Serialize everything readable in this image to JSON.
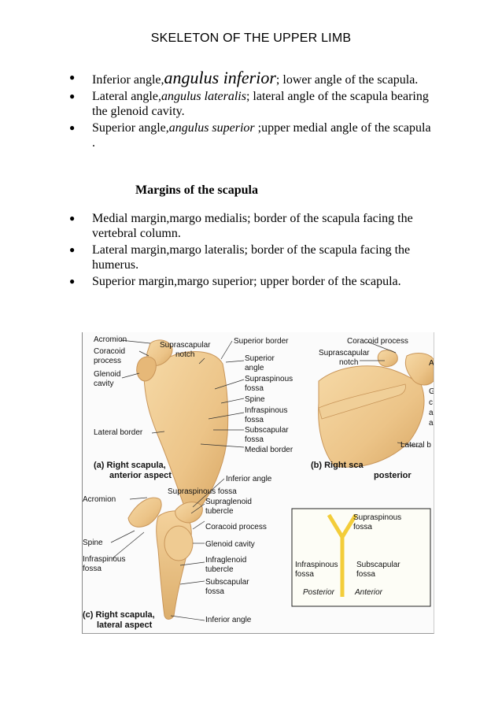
{
  "title": "SKELETON OF THE UPPER LIMB",
  "angles": [
    {
      "name": "Inferior angle,",
      "latin": "angulus inferior",
      "desc": "; lower angle of the scapula."
    },
    {
      "name": " Lateral angle,",
      "latin": "angulus lateralis",
      "desc": "; lateral angle of the scapula bearing the glenoid cavity."
    },
    {
      "name": "Superior angle,",
      "latin": "angulus superior",
      "desc": " ;upper medial angle of the scapula ."
    }
  ],
  "margins_heading": "Margins of the scapula",
  "margins": [
    " Medial margin,margo medialis; border of the scapula facing the vertebral column.",
    "Lateral margin,margo lateralis; border of the scapula facing the humerus.",
    "Superior margin,margo superior; upper border of the scapula."
  ],
  "figure": {
    "a": {
      "labels": {
        "acromion": "Acromion",
        "coracoid": [
          "Coracoid",
          "process"
        ],
        "glenoid": [
          "Glenoid",
          "cavity"
        ],
        "lateral_border": "Lateral border",
        "suprascapular_notch": [
          "Suprascapular",
          "notch"
        ],
        "superior_border": "Superior border",
        "superior_angle": [
          "Superior",
          "angle"
        ],
        "supraspinous_fossa": [
          "Supraspinous",
          "fossa"
        ],
        "spine": "Spine",
        "infraspinous_fossa": [
          "Infraspinous",
          "fossa"
        ],
        "subscapular_fossa": [
          "Subscapular",
          "fossa"
        ],
        "medial_border": "Medial border",
        "inferior_angle": "Inferior angle"
      },
      "caption": [
        "(a) Right scapula,",
        "anterior aspect"
      ]
    },
    "b": {
      "labels": {
        "coracoid": "Coracoid process",
        "suprascapular_notch": [
          "Suprascapular",
          "notch"
        ],
        "a_edge": "A",
        "g_edge": [
          "G",
          "c",
          "a",
          "a"
        ],
        "lateral_edge": "Lateral b"
      },
      "caption": [
        "(b) Right sca",
        "posterior"
      ]
    },
    "c": {
      "labels": {
        "supraspinous_fossa": "Supraspinous fossa",
        "acromion": "Acromion",
        "supraglenoid": [
          "Supraglenoid",
          "tubercle"
        ],
        "coracoid": "Coracoid process",
        "glenoid": "Glenoid cavity",
        "spine": "Spine",
        "infraspinous": [
          "Infraspinous",
          "fossa"
        ],
        "infraglenoid": [
          "Infraglenoid",
          "tubercle"
        ],
        "subscapular": [
          "Subscapular",
          "fossa"
        ],
        "inferior_angle": "Inferior angle"
      },
      "caption": [
        "(c) Right scapula,",
        "lateral aspect"
      ]
    },
    "inset": {
      "supraspinous": [
        "Supraspinous",
        "fossa"
      ],
      "infraspinous": [
        "Infraspinous",
        "fossa"
      ],
      "subscapular": [
        "Subscapular",
        "fossa"
      ],
      "posterior": "Posterior",
      "anterior": "Anterior"
    }
  }
}
